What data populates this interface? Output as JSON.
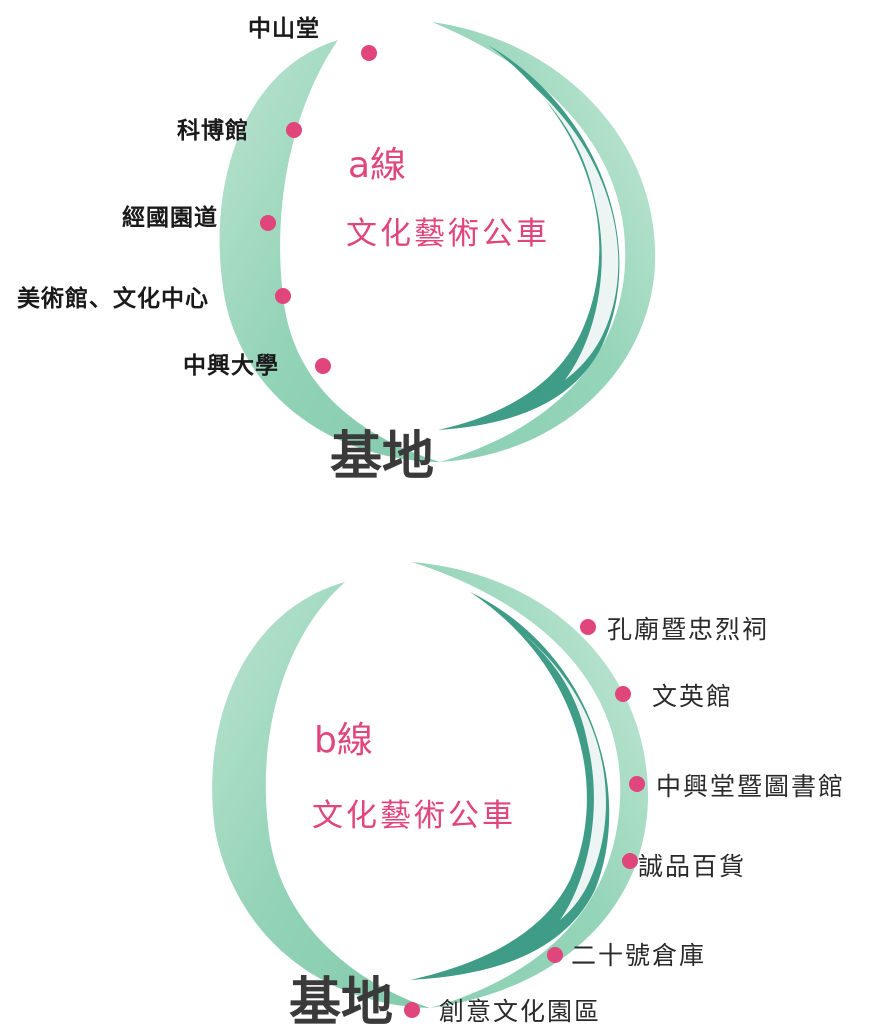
{
  "colors": {
    "ring": "#8ed1b4",
    "ring_light": "#cdeadc",
    "ring_dark": "#2f8f78",
    "stop_dot": "#e0457b",
    "line_text": "#e0457b"
  },
  "lines": [
    {
      "id": "a",
      "name": "a線",
      "subtitle": "文化藝術公車",
      "base": "基地",
      "stops": [
        {
          "label": "中山堂"
        },
        {
          "label": "科博館"
        },
        {
          "label": "經國園道"
        },
        {
          "label": "美術館、文化中心"
        },
        {
          "label": "中興大學"
        }
      ]
    },
    {
      "id": "b",
      "name": "b線",
      "subtitle": "文化藝術公車",
      "base": "基地",
      "stops": [
        {
          "label": "孔廟暨忠烈祠"
        },
        {
          "label": "文英館"
        },
        {
          "label": "中興堂暨圖書館"
        },
        {
          "label": "誠品百貨"
        },
        {
          "label": "二十號倉庫"
        },
        {
          "label": "創意文化園區"
        }
      ]
    }
  ]
}
